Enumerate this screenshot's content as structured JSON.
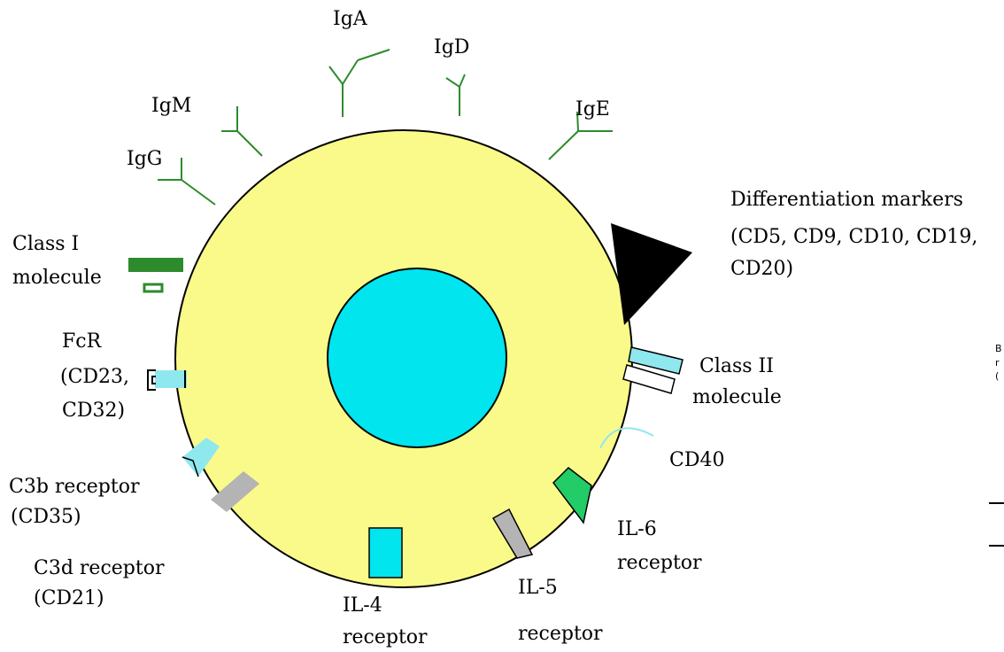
{
  "colors": {
    "cytoplasm": "#fafa8a",
    "nucleus": "#00e5ee",
    "antibody": "#2d8b2d",
    "cyan_receptor": "#8fe8ee",
    "gray_receptor": "#b4b4b4",
    "green_receptor": "#22cc66",
    "marker": "#000000"
  },
  "labels": {
    "iga": "IgA",
    "igd": "IgD",
    "igm": "IgM",
    "ige": "IgE",
    "igg": "IgG",
    "diff_markers_line1": "Differentiation markers",
    "diff_markers_line2": "(CD5, CD9, CD10, CD19,",
    "diff_markers_line3": "CD20)",
    "class1_line1": "Class I",
    "class1_line2": "molecule",
    "fcr_line1": "FcR",
    "fcr_line2": "(CD23,",
    "fcr_line3": "CD32)",
    "class2_line1": "Class II",
    "class2_line2": "molecule",
    "cd40": "CD40",
    "c3b_line1": "C3b receptor",
    "c3b_line2": "(CD35)",
    "c3d_line1": "C3d receptor",
    "c3d_line2": "(CD21)",
    "il6_line1": "IL-6",
    "il6_line2": "receptor",
    "il4_line1": "IL-4",
    "il4_line2": "receptor",
    "il5_line1": "IL-5",
    "il5_line2": "receptor",
    "cut_line1": "B",
    "cut_line2": "r",
    "cut_line3": "("
  }
}
